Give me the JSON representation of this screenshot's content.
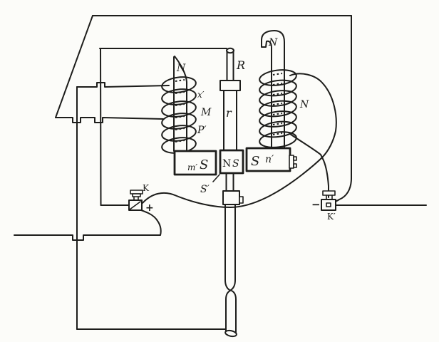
{
  "figure": {
    "kind": "engraved-circuit-diagram",
    "description": "Old engraving of an electromagnetic apparatus: two wound coils on cores, a central rod over magnet blocks, and two telegraph keys wired to an external circuit",
    "colors": {
      "ink": "#1d1d1b",
      "paper": "#fcfcf9"
    }
  },
  "labels": {
    "left_coil_pole": "N",
    "left_coil_x": "x′",
    "left_coil_M": "M",
    "left_coil_P": "P′",
    "rod_upper": "R",
    "rod_lower": "r",
    "right_coil_pole": "N",
    "right_coil_N": "N",
    "block_left_m": "m′",
    "block_left_S": "S",
    "block_mid_N": "N",
    "block_mid_S": "S",
    "block_right_S": "S",
    "block_right_n": "n′",
    "pole_S_prime": "S′",
    "key_left": "K",
    "key_left_sign": "+",
    "key_right": "K′",
    "key_right_sign": "−"
  }
}
